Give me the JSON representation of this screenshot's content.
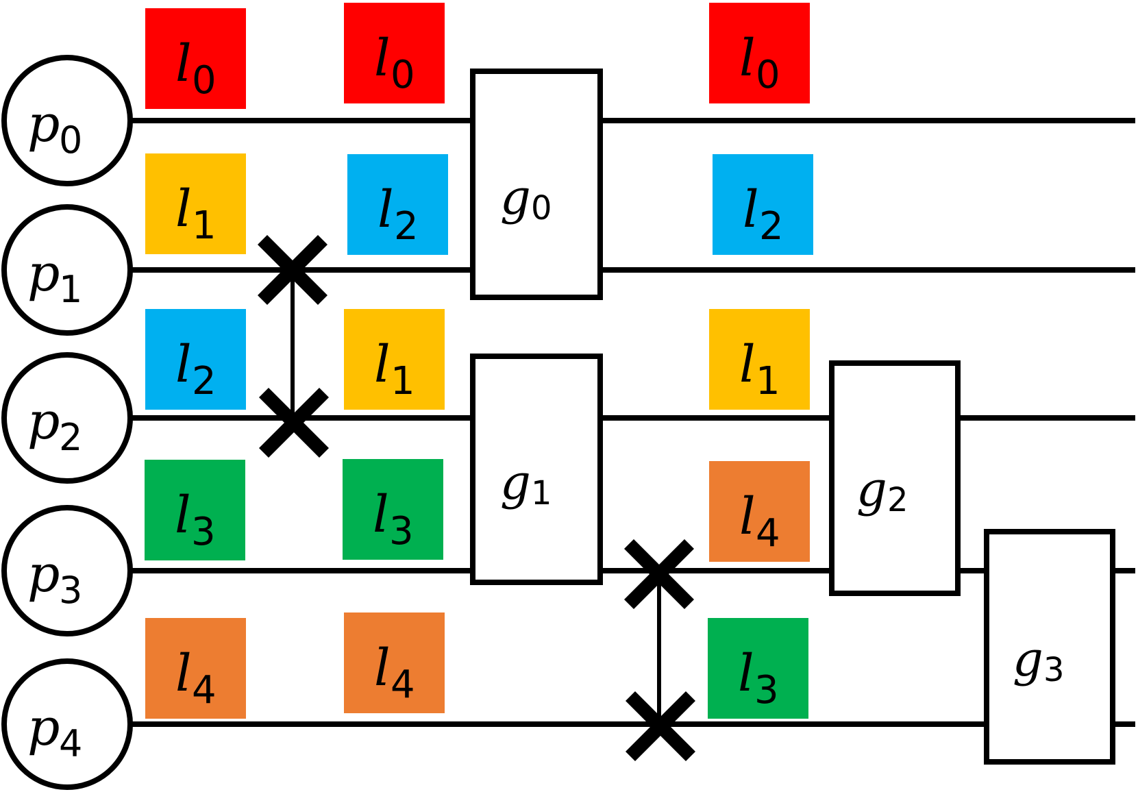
{
  "colors": {
    "l0": "#ff0000",
    "l1": "#ffc000",
    "l2": "#00b0f0",
    "l3": "#00b050",
    "l4": "#ed7d31",
    "line": "#000000"
  },
  "qubits": [
    {
      "base": "p",
      "sub": "0"
    },
    {
      "base": "p",
      "sub": "1"
    },
    {
      "base": "p",
      "sub": "2"
    },
    {
      "base": "p",
      "sub": "3"
    },
    {
      "base": "p",
      "sub": "4"
    }
  ],
  "columns": [
    {
      "labels": [
        {
          "base": "l",
          "sub": "0",
          "color_key": "l0"
        },
        {
          "base": "l",
          "sub": "1",
          "color_key": "l1"
        },
        {
          "base": "l",
          "sub": "2",
          "color_key": "l2"
        },
        {
          "base": "l",
          "sub": "3",
          "color_key": "l3"
        },
        {
          "base": "l",
          "sub": "4",
          "color_key": "l4"
        }
      ]
    },
    {
      "labels": [
        {
          "base": "l",
          "sub": "0",
          "color_key": "l0"
        },
        {
          "base": "l",
          "sub": "2",
          "color_key": "l2"
        },
        {
          "base": "l",
          "sub": "1",
          "color_key": "l1"
        },
        {
          "base": "l",
          "sub": "3",
          "color_key": "l3"
        },
        {
          "base": "l",
          "sub": "4",
          "color_key": "l4"
        }
      ]
    },
    {
      "labels": [
        {
          "base": "l",
          "sub": "0",
          "color_key": "l0"
        },
        {
          "base": "l",
          "sub": "2",
          "color_key": "l2"
        },
        {
          "base": "l",
          "sub": "1",
          "color_key": "l1"
        },
        {
          "base": "l",
          "sub": "4",
          "color_key": "l4"
        },
        {
          "base": "l",
          "sub": "3",
          "color_key": "l3"
        }
      ]
    }
  ],
  "gates": [
    {
      "base": "g",
      "sub": "0",
      "qubits": [
        0,
        1
      ]
    },
    {
      "base": "g",
      "sub": "1",
      "qubits": [
        2,
        3
      ]
    },
    {
      "base": "g",
      "sub": "2",
      "qubits": [
        2,
        3
      ]
    },
    {
      "base": "g",
      "sub": "3",
      "qubits": [
        3,
        4
      ]
    }
  ],
  "swaps": [
    {
      "qubits": [
        1,
        2
      ]
    },
    {
      "qubits": [
        3,
        4
      ]
    }
  ]
}
